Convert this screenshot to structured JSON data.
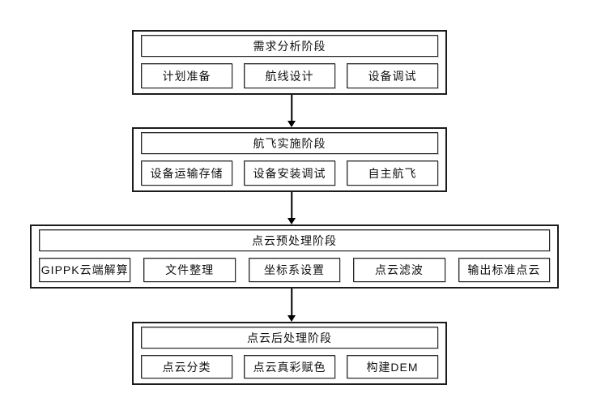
{
  "flowchart": {
    "colors": {
      "line": "#000000",
      "background": "#ffffff",
      "text": "#111111"
    },
    "stages": [
      {
        "title": "需求分析阶段",
        "items": [
          "计划准备",
          "航线设计",
          "设备调试"
        ]
      },
      {
        "title": "航飞实施阶段",
        "items": [
          "设备运输存储",
          "设备安装调试",
          "自主航飞"
        ]
      },
      {
        "title": "点云预处理阶段",
        "items": [
          "GIPPK云端解算",
          "文件整理",
          "坐标系设置",
          "点云滤波",
          "输出标准点云"
        ]
      },
      {
        "title": "点云后处理阶段",
        "items": [
          "点云分类",
          "点云真彩赋色",
          "构建DEM"
        ]
      }
    ]
  }
}
